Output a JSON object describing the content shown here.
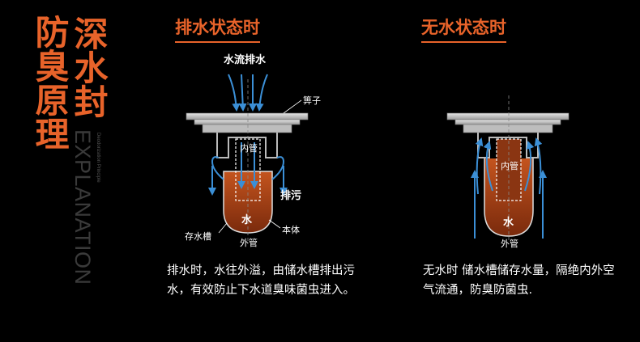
{
  "title": {
    "left": "防臭原理",
    "right": "深水封"
  },
  "explanation": {
    "word": "EXPLANATION",
    "sub": "Deodorization Principle"
  },
  "drain_state": {
    "heading": "排水状态时",
    "labels": {
      "water_flow": "水流排水",
      "grate": "箅子",
      "inner_pipe": "内管",
      "discharge": "排污",
      "water": "水",
      "body": "本体",
      "trap": "存水槽",
      "outer_pipe": "外管"
    },
    "description": "排水时，水往外溢，由储水槽排出污水，有效防止下水道臭味菌虫进入。"
  },
  "dry_state": {
    "heading": "无水状态时",
    "labels": {
      "inner_pipe": "内管",
      "water": "水",
      "outer_pipe": "外管"
    },
    "description": "无水时 储水槽储存水量，隔绝内外空气流通，防臭防菌虫."
  },
  "colors": {
    "accent": "#e8632a",
    "water": "#b2461a",
    "arrow": "#3b8fd6",
    "metal": "#c9c9c9"
  }
}
